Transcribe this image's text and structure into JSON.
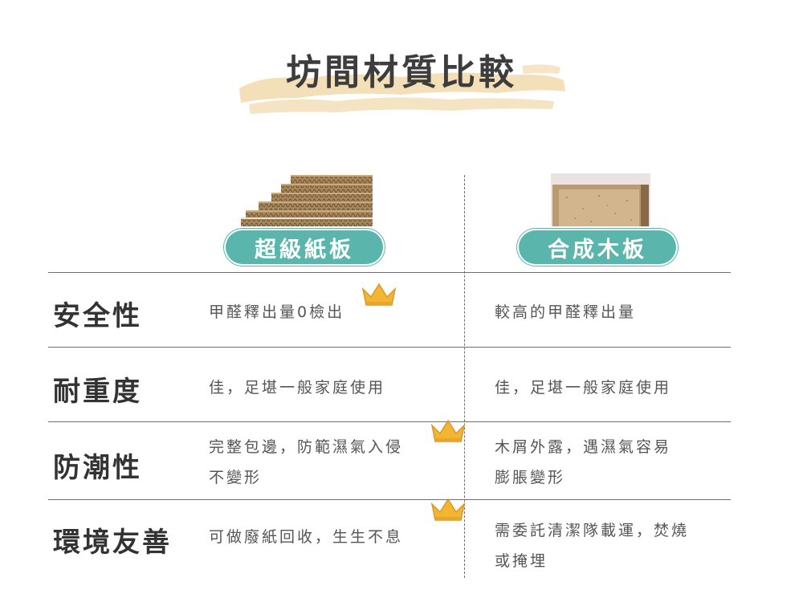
{
  "title": "坊間材質比較",
  "columns": [
    {
      "label": "超級紙板",
      "image": "stacked-cardboard-image"
    },
    {
      "label": "合成木板",
      "image": "particle-board-image"
    }
  ],
  "rows": [
    {
      "label": "安全性",
      "a": [
        "甲醛釋出量0檢出"
      ],
      "b": [
        "較高的甲醛釋出量"
      ],
      "crown": "a"
    },
    {
      "label": "耐重度",
      "a": [
        "佳，足堪一般家庭使用"
      ],
      "b": [
        "佳，足堪一般家庭使用"
      ],
      "crown": ""
    },
    {
      "label": "防潮性",
      "a": [
        "完整包邊，防範濕氣入侵",
        "不變形"
      ],
      "b": [
        "木屑外露，遇濕氣容易",
        "膨脹變形"
      ],
      "crown": "a"
    },
    {
      "label": "環境友善",
      "a": [
        "可做廢紙回收，生生不息"
      ],
      "b": [
        "需委託清潔隊載運，焚燒",
        "或掩埋"
      ],
      "crown": "a"
    }
  ],
  "colors": {
    "accent": "#5ab5ad",
    "brush": "#f3dfb8",
    "crown": "#f2b632",
    "text": "#4a4a4a"
  }
}
